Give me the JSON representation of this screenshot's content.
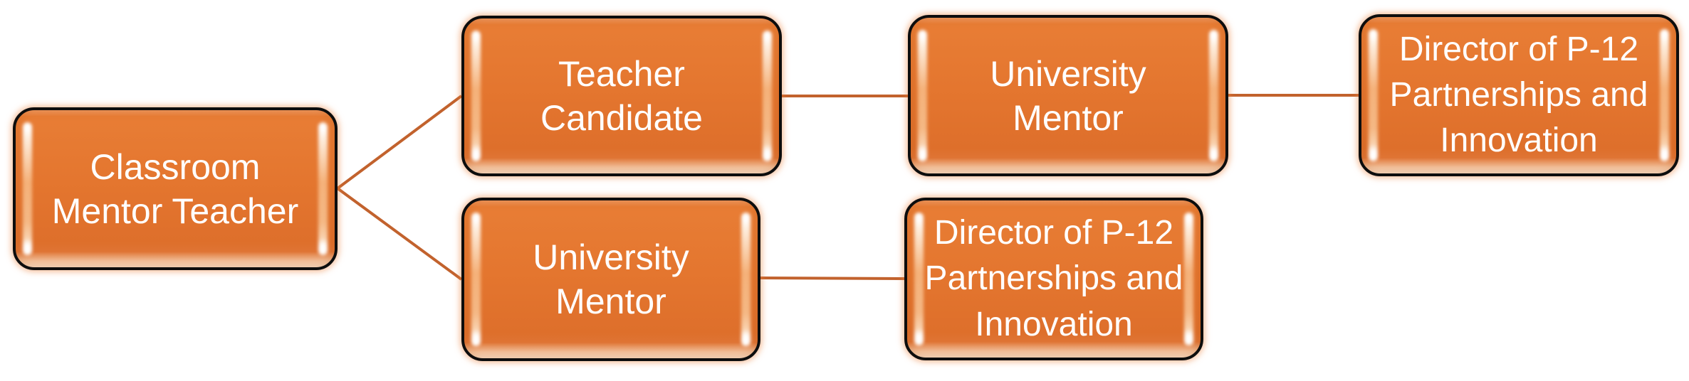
{
  "diagram": {
    "type": "relationship-flow",
    "background_color": "#FFFFFF",
    "node_fill_color": "#E4762F",
    "node_border_color": "#0D0D0D",
    "node_text_color": "#FFFFFF",
    "node_highlight_color": "#FFE9D4",
    "connector_color": "#C2622D",
    "nodes": [
      {
        "id": "classroom-mentor-teacher",
        "label": "Classroom\nMentor Teacher"
      },
      {
        "id": "teacher-candidate",
        "label": "Teacher\nCandidate"
      },
      {
        "id": "university-mentor-top",
        "label": "University\nMentor"
      },
      {
        "id": "director-p12-top",
        "label": "Director of P-12\nPartnerships and\nInnovation"
      },
      {
        "id": "university-mentor-bottom",
        "label": "University\nMentor"
      },
      {
        "id": "director-p12-bottom",
        "label": "Director of P-12\nPartnerships and\nInnovation"
      }
    ],
    "connections": [
      {
        "from": "classroom-mentor-teacher",
        "to": "teacher-candidate"
      },
      {
        "from": "classroom-mentor-teacher",
        "to": "university-mentor-bottom"
      },
      {
        "from": "teacher-candidate",
        "to": "university-mentor-top"
      },
      {
        "from": "university-mentor-top",
        "to": "director-p12-top"
      },
      {
        "from": "university-mentor-bottom",
        "to": "director-p12-bottom"
      }
    ]
  }
}
